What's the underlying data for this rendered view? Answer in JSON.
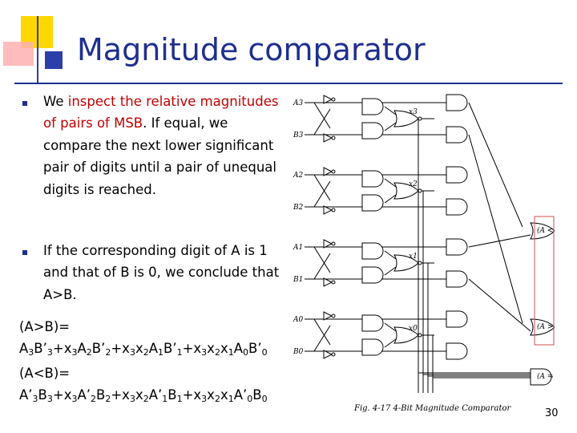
{
  "slide": {
    "title": "Magnitude comparator",
    "page_number": "30",
    "accent_color": "#1f2f8f",
    "highlight_color": "#c00000"
  },
  "bullets": [
    {
      "before": "We ",
      "highlight": "inspect the relative magnitudes of pairs of MSB",
      "after": ". If equal, we compare the next lower significant pair of digits until a pair of unequal digits is reached."
    },
    {
      "text": "If the corresponding digit of A is 1 and that of B is 0, we conclude that A>B."
    }
  ],
  "formulas": {
    "gt_label": "(A>B)=",
    "gt_terms": [
      [
        [
          "A",
          ""
        ],
        [
          "3",
          ""
        ],
        [
          "B’",
          ""
        ],
        [
          "3",
          "+x"
        ],
        [
          "3",
          "A"
        ],
        [
          "2",
          "B’"
        ],
        [
          "2",
          "+x"
        ],
        [
          "3",
          "x"
        ],
        [
          "2",
          "A"
        ],
        [
          "1",
          "B’"
        ],
        [
          "1",
          "+x"
        ],
        [
          "3",
          "x"
        ],
        [
          "2",
          "x"
        ],
        [
          "1",
          "A"
        ],
        [
          "0",
          "B’"
        ],
        [
          "0",
          ""
        ]
      ]
    ],
    "gt_text": "A3B’3+x3A2B’2+x3x2A1B’1+x3x2x1A0B’0",
    "lt_label": "(A<B)=",
    "lt_text": "A’3B3+x3A’2B2+x3x2A’1B1+x3x2x1A’0B0"
  },
  "figure": {
    "caption": "Fig. 4-17 4-Bit Magnitude Comparator",
    "inputs": [
      "A3",
      "B3",
      "A2",
      "B2",
      "A1",
      "B1",
      "A0",
      "B0"
    ],
    "x_labels": [
      "x3",
      "x2",
      "x1",
      "x0"
    ],
    "outputs": [
      "(A < B)",
      "(A > B)",
      "(A = B)"
    ],
    "box_color": "#d05050"
  }
}
